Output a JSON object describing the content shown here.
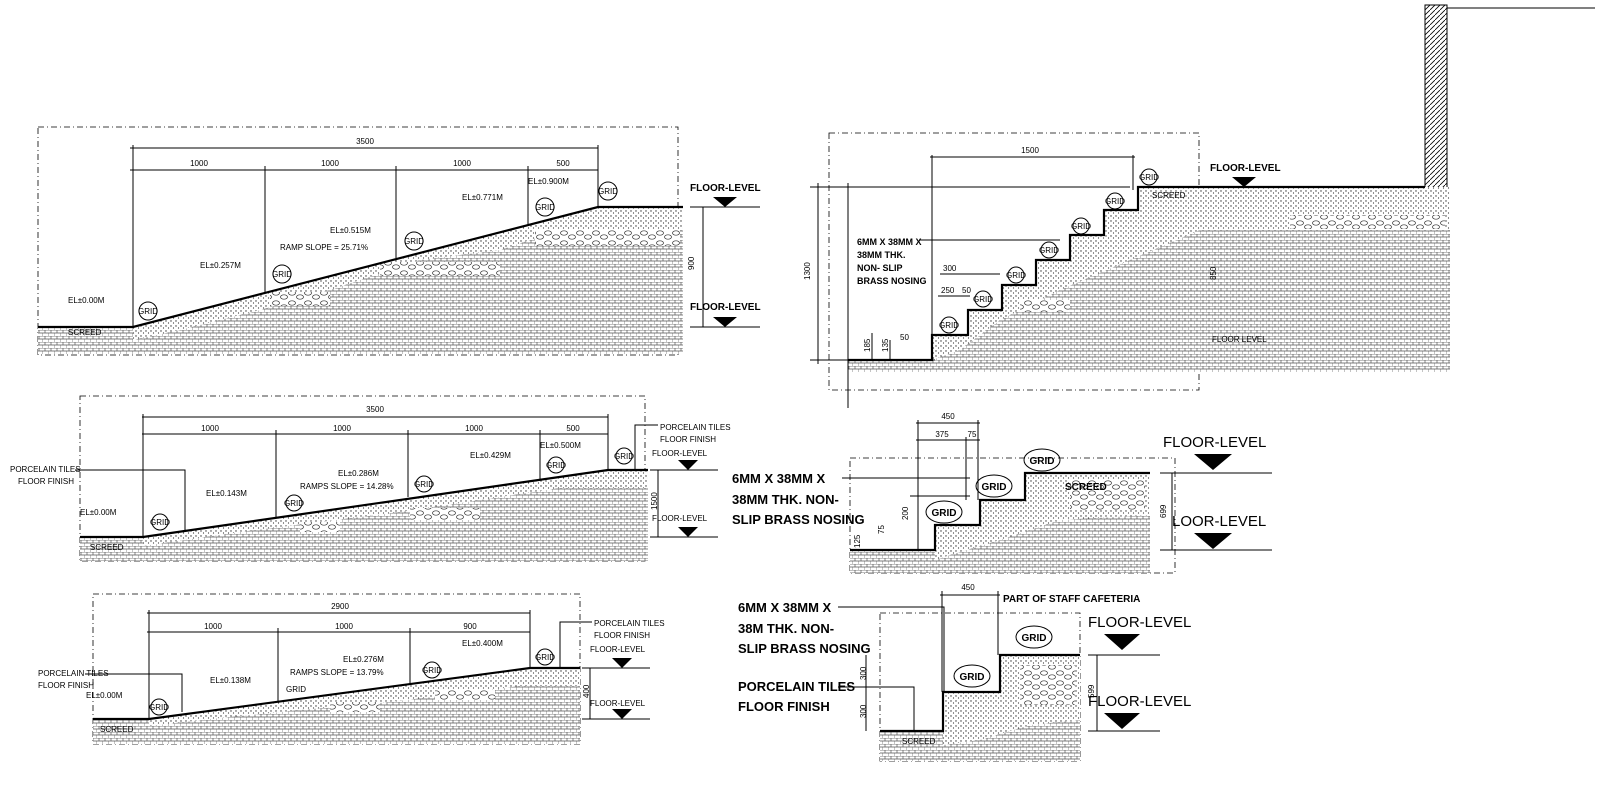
{
  "s1": {
    "total": "3500",
    "segs": [
      "1000",
      "1000",
      "1000",
      "500"
    ],
    "els": [
      "EL±0.00M",
      "EL±0.257M",
      "EL±0.515M",
      "EL±0.771M",
      "EL±0.900M"
    ],
    "slope": "RAMP SLOPE = 25.71%",
    "height": "900",
    "floor_top": "FLOOR-LEVEL",
    "floor_bot": "FLOOR-LEVEL",
    "screed": "SCREED",
    "grid": "GRID"
  },
  "s2": {
    "total": "3500",
    "segs": [
      "1000",
      "1000",
      "1000",
      "500"
    ],
    "els": [
      "EL±0.00M",
      "EL±0.143M",
      "EL±0.286M",
      "EL±0.429M",
      "EL±0.500M"
    ],
    "slope": "RAMPS SLOPE = 14.28%",
    "height": "1500",
    "floor_top": "FLOOR-LEVEL",
    "floor_bot": "FLOOR-LEVEL",
    "tiles_l1": "PORCELAIN TILES",
    "tiles_l2": "FLOOR FINISH",
    "tiles_r1": "PORCELAIN TILES",
    "tiles_r2": "FLOOR FINISH",
    "screed": "SCREED",
    "grid": "GRID"
  },
  "s3": {
    "total": "2900",
    "segs": [
      "1000",
      "1000",
      "900"
    ],
    "els": [
      "EL±0.00M",
      "EL±0.138M",
      "EL±0.276M",
      "EL±0.400M"
    ],
    "slope": "RAMPS SLOPE = 13.79%",
    "height": "400",
    "floor_top": "FLOOR-LEVEL",
    "floor_bot": "FLOOR-LEVEL",
    "tiles_l1": "PORCELAIN TILES",
    "tiles_l2": "FLOOR FINISH",
    "tiles_r1": "PORCELAIN TILES",
    "tiles_r2": "FLOOR FINISH",
    "screed": "SCREED",
    "grid": "GRID"
  },
  "s4": {
    "run": "1500",
    "height": "1300",
    "rise": "850",
    "d300": "300",
    "d250": "250",
    "d50a": "50",
    "d50b": "50",
    "d185": "185",
    "d135": "135",
    "nosing": [
      "6MM X 38MM X",
      "38MM THK.",
      "NON- SLIP",
      "BRASS NOSING"
    ],
    "floor": "FLOOR-LEVEL",
    "floor_bot": "FLOOR LEVEL",
    "screed": "SCREED",
    "grid": "GRID"
  },
  "s5": {
    "d450": "450",
    "d375": "375",
    "d75": "75",
    "d200": "200",
    "d75b": "75",
    "d125": "125",
    "d699": "699",
    "nosing": [
      "6MM X 38MM X",
      "38MM THK. NON-",
      "SLIP BRASS NOSING"
    ],
    "floor_top": "FLOOR-LEVEL",
    "floor_bot": "LOOR-LEVEL",
    "screed": "SCREED",
    "grid": "GRID"
  },
  "s6": {
    "d450": "450",
    "title": "PART OF STAFF CAFETERIA",
    "nosing": [
      "6MM X 38MM X",
      "38M THK. NON-",
      "SLIP BRASS NOSING"
    ],
    "tiles": [
      "PORCELAIN TILES",
      "FLOOR FINISH"
    ],
    "d300a": "300",
    "d300b": "300",
    "d599": "599",
    "floor_top": "FLOOR-LEVEL",
    "floor_bot": "FLOOR-LEVEL",
    "screed": "SCREED",
    "grid": "GRID"
  }
}
